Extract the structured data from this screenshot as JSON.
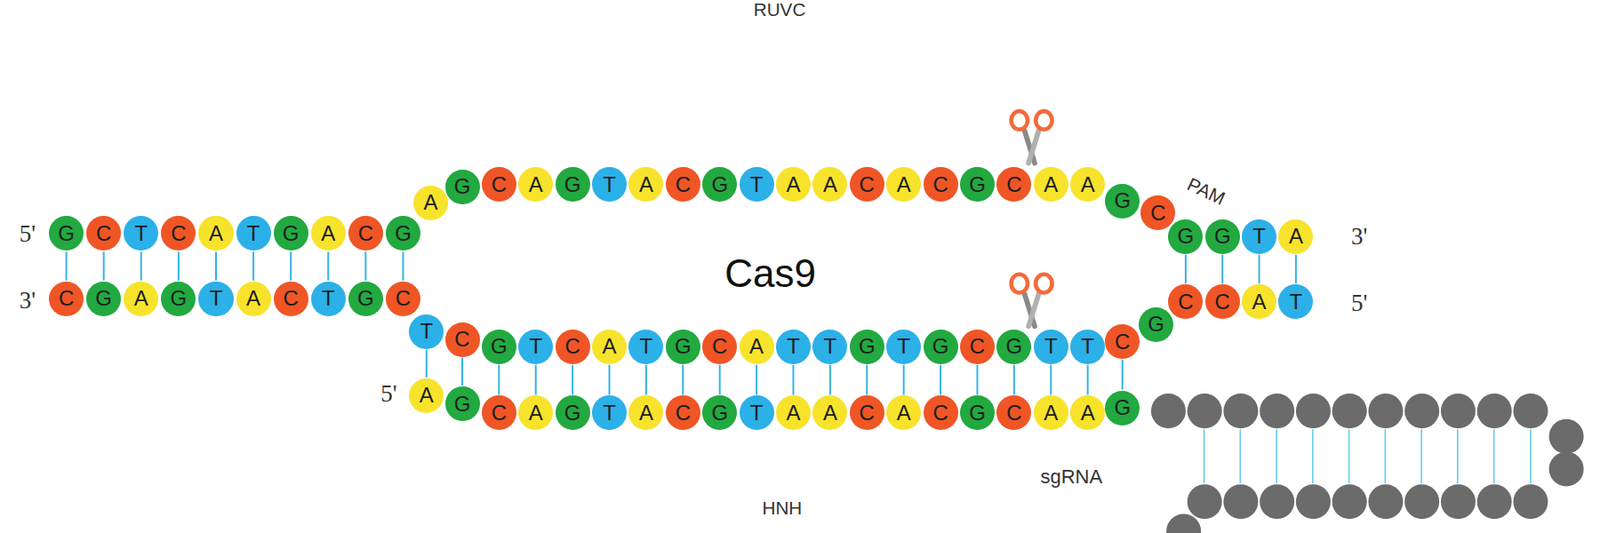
{
  "diagram": {
    "nodes": [
      {
        "text": [
          "RUVC"
        ]
      },
      {
        "text": [
          "HNH"
        ]
      },
      {
        "text": [
          "G"
        ]
      },
      {
        "text": [
          "C"
        ]
      },
      {
        "text": [
          "T"
        ]
      },
      {
        "text": [
          "C"
        ]
      },
      {
        "text": [
          "A"
        ]
      },
      {
        "text": [
          "T"
        ]
      },
      {
        "text": [
          "G"
        ]
      },
      {
        "text": [
          "A"
        ]
      },
      {
        "text": [
          "C"
        ]
      },
      {
        "text": [
          "G"
        ]
      },
      {
        "text": [
          "A"
        ],
        "in": 0
      },
      {
        "text": [
          "G"
        ],
        "in": 0
      },
      {
        "text": [
          "C"
        ],
        "in": 0
      },
      {
        "text": [
          "A"
        ],
        "in": 0
      },
      {
        "text": [
          "G"
        ],
        "in": 0
      },
      {
        "text": [
          "T"
        ],
        "in": 0
      },
      {
        "text": [
          "A"
        ],
        "in": 0
      },
      {
        "text": [
          "C"
        ],
        "in": 0
      },
      {
        "text": [
          "G"
        ],
        "in": 0
      },
      {
        "text": [
          "T"
        ],
        "in": 0
      },
      {
        "text": [
          "A"
        ],
        "in": 0
      },
      {
        "text": [
          "A"
        ],
        "in": 0
      },
      {
        "text": [
          "C"
        ],
        "in": 0
      },
      {
        "text": [
          "A"
        ],
        "in": 0
      },
      {
        "text": [
          "C"
        ],
        "in": 0
      },
      {
        "text": [
          "G"
        ],
        "in": 0
      },
      {
        "text": [
          "C"
        ],
        "in": 0
      },
      {
        "text": [
          "A"
        ],
        "in": 0
      },
      {
        "text": [
          "A"
        ],
        "in": 0
      },
      {
        "text": [
          "G"
        ],
        "in": 0
      },
      {
        "text": [
          "C"
        ]
      },
      {
        "text": [
          "G"
        ]
      },
      {
        "text": [
          "G"
        ]
      },
      {
        "text": [
          "T"
        ]
      },
      {
        "text": [
          "A"
        ]
      },
      {
        "text": [
          "C"
        ]
      },
      {
        "text": [
          "G"
        ]
      },
      {
        "text": [
          "A"
        ]
      },
      {
        "text": [
          "G"
        ]
      },
      {
        "text": [
          "T"
        ]
      },
      {
        "text": [
          "A"
        ]
      },
      {
        "text": [
          "C"
        ]
      },
      {
        "text": [
          "T"
        ]
      },
      {
        "text": [
          "G"
        ]
      },
      {
        "text": [
          "C"
        ]
      },
      {
        "text": [
          "T"
        ],
        "in": 1
      },
      {
        "text": [
          "C"
        ],
        "in": 1
      },
      {
        "text": [
          "G"
        ],
        "in": 1
      },
      {
        "text": [
          "T"
        ],
        "in": 1
      },
      {
        "text": [
          "C"
        ],
        "in": 1
      },
      {
        "text": [
          "A"
        ],
        "in": 1
      },
      {
        "text": [
          "T"
        ],
        "in": 1
      },
      {
        "text": [
          "G"
        ],
        "in": 1
      },
      {
        "text": [
          "C"
        ],
        "in": 1
      },
      {
        "text": [
          "A"
        ],
        "in": 1
      },
      {
        "text": [
          "T"
        ],
        "in": 1
      },
      {
        "text": [
          "T"
        ],
        "in": 1
      },
      {
        "text": [
          "G"
        ],
        "in": 1
      },
      {
        "text": [
          "T"
        ],
        "in": 1
      },
      {
        "text": [
          "G"
        ],
        "in": 1
      },
      {
        "text": [
          "C"
        ],
        "in": 1
      },
      {
        "text": [
          "G"
        ],
        "in": 1
      },
      {
        "text": [
          "T"
        ],
        "in": 1
      },
      {
        "text": [
          "T"
        ],
        "in": 1
      },
      {
        "text": [
          "C"
        ],
        "in": 1
      },
      {
        "text": [
          "G"
        ]
      },
      {
        "text": [
          "C"
        ]
      },
      {
        "text": [
          "C"
        ]
      },
      {
        "text": [
          "A"
        ]
      },
      {
        "text": [
          "T"
        ]
      },
      {
        "text": [
          "A"
        ],
        "in": 1
      },
      {
        "text": [
          "G"
        ],
        "in": 1
      },
      {
        "text": [
          "C"
        ],
        "in": 1
      },
      {
        "text": [
          "A"
        ],
        "in": 1
      },
      {
        "text": [
          "G"
        ],
        "in": 1
      },
      {
        "text": [
          "T"
        ],
        "in": 1
      },
      {
        "text": [
          "A"
        ],
        "in": 1
      },
      {
        "text": [
          "C"
        ],
        "in": 1
      },
      {
        "text": [
          "G"
        ],
        "in": 1
      },
      {
        "text": [
          "T"
        ],
        "in": 1
      },
      {
        "text": [
          "A"
        ],
        "in": 1
      },
      {
        "text": [
          "A"
        ],
        "in": 1
      },
      {
        "text": [
          "C"
        ],
        "in": 1
      },
      {
        "text": [
          "A"
        ],
        "in": 1
      },
      {
        "text": [
          "C"
        ],
        "in": 1
      },
      {
        "text": [
          "G"
        ],
        "in": 1
      },
      {
        "text": [
          "C"
        ],
        "in": 1
      },
      {
        "text": [
          "A"
        ],
        "in": 1
      },
      {
        "text": [
          "A"
        ],
        "in": 1
      },
      {
        "text": [
          "G"
        ],
        "in": 1
      }
    ],
    "edges": [
      {
        "from": 2,
        "to": 37,
        "arrow": "none"
      },
      {
        "from": 3,
        "to": 38,
        "arrow": "none"
      },
      {
        "from": 4,
        "to": 39,
        "arrow": "none"
      },
      {
        "from": 5,
        "to": 40,
        "arrow": "none"
      },
      {
        "from": 6,
        "to": 41,
        "arrow": "none"
      },
      {
        "from": 7,
        "to": 42,
        "arrow": "none"
      },
      {
        "from": 8,
        "to": 43,
        "arrow": "none"
      },
      {
        "from": 9,
        "to": 44,
        "arrow": "none"
      },
      {
        "from": 10,
        "to": 45,
        "arrow": "none"
      },
      {
        "from": 11,
        "to": 46,
        "arrow": "none"
      },
      {
        "from": 33,
        "to": 68,
        "arrow": "none"
      },
      {
        "from": 34,
        "to": 69,
        "arrow": "none"
      },
      {
        "from": 35,
        "to": 70,
        "arrow": "none"
      },
      {
        "from": 36,
        "to": 71,
        "arrow": "none"
      },
      {
        "from": 47,
        "to": 72,
        "arrow": "none"
      },
      {
        "from": 48,
        "to": 73,
        "arrow": "none"
      },
      {
        "from": 49,
        "to": 74,
        "arrow": "none"
      },
      {
        "from": 50,
        "to": 75,
        "arrow": "none"
      },
      {
        "from": 51,
        "to": 76,
        "arrow": "none"
      },
      {
        "from": 52,
        "to": 77,
        "arrow": "none"
      },
      {
        "from": 53,
        "to": 78,
        "arrow": "none"
      },
      {
        "from": 54,
        "to": 79,
        "arrow": "none"
      },
      {
        "from": 55,
        "to": 80,
        "arrow": "none"
      },
      {
        "from": 56,
        "to": 81,
        "arrow": "none"
      },
      {
        "from": 57,
        "to": 82,
        "arrow": "none"
      },
      {
        "from": 58,
        "to": 83,
        "arrow": "none"
      },
      {
        "from": 59,
        "to": 84,
        "arrow": "none"
      },
      {
        "from": 60,
        "to": 85,
        "arrow": "none"
      },
      {
        "from": 61,
        "to": 86,
        "arrow": "none"
      },
      {
        "from": 62,
        "to": 87,
        "arrow": "none"
      },
      {
        "from": 63,
        "to": 88,
        "arrow": "none"
      },
      {
        "from": 64,
        "to": 89,
        "arrow": "none"
      },
      {
        "from": 65,
        "to": 90,
        "arrow": "none"
      },
      {
        "from": 66,
        "to": 91,
        "arrow": "none"
      }
    ],
    "labels": [
      "5'",
      "3'",
      "Cas9",
      "PAM",
      "3'",
      "5'",
      "5'",
      "sgRNA"
    ]
  }
}
